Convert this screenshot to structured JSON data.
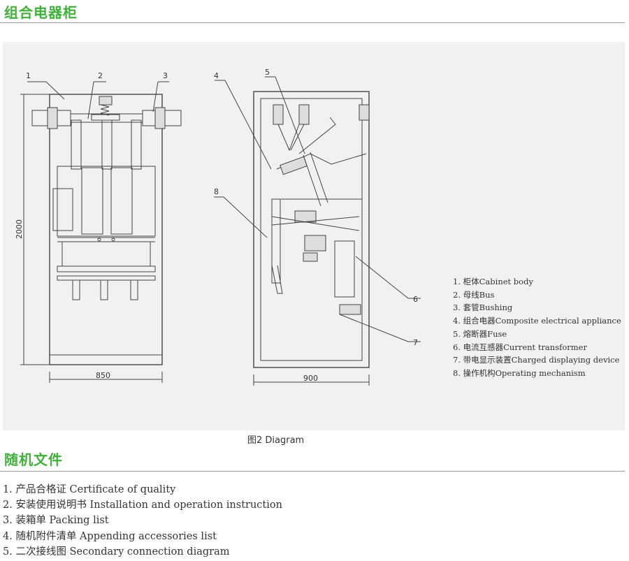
{
  "section1": {
    "title": "组合电器柜"
  },
  "diagram": {
    "caption": "图2 Diagram",
    "left_dim_width": "850",
    "left_dim_height": "2000",
    "right_dim_width": "900",
    "callouts": [
      "1",
      "2",
      "3",
      "4",
      "5",
      "6",
      "7",
      "8"
    ]
  },
  "legend": [
    "1. 柜体Cabinet body",
    "2. 母线Bus",
    "3. 套管Bushing",
    "4. 组合电器Composite electrical appliance",
    "5. 熔断器Fuse",
    "6. 电流互感器Current transformer",
    "7. 带电显示装置Charged displaying device",
    "8. 操作机构Operating mechanism"
  ],
  "section2": {
    "title": "随机文件"
  },
  "documents": [
    "1. 产品合格证  Certificate of quality",
    "2. 安装使用说明书 Installation and operation instruction",
    "3. 装箱单 Packing list",
    "4. 随机附件清单 Appending accessories list",
    "5. 二次接线图 Secondary connection diagram"
  ]
}
